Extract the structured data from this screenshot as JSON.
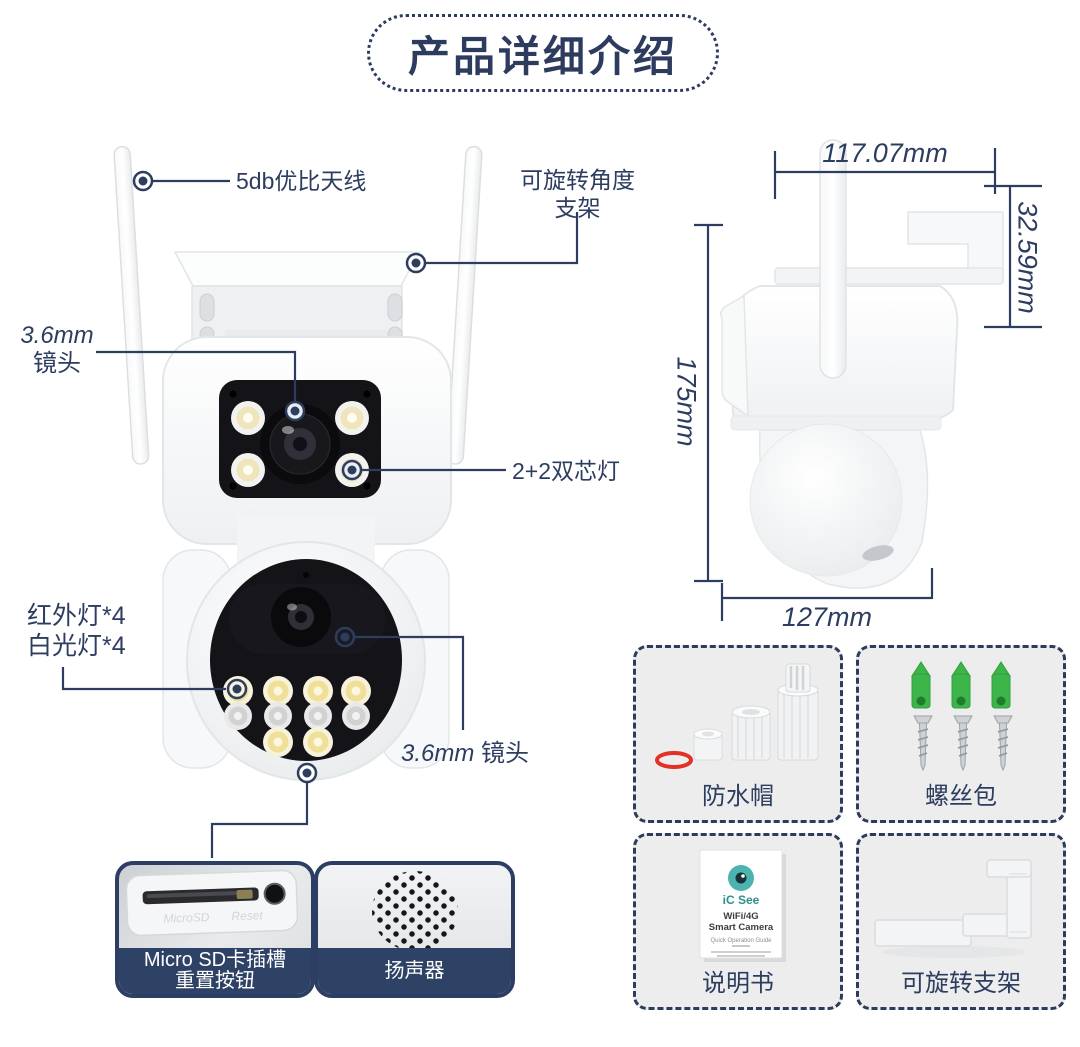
{
  "title": "产品详细介绍",
  "colors": {
    "navy": "#2d3d60",
    "band_navy": "#2e4266",
    "teal": "#4db3ae",
    "anchor_green": "#3db54a",
    "oring_red": "#e23127"
  },
  "front_callouts": {
    "antenna": "5db优比天线",
    "bracket_line1": "可旋转角度",
    "bracket_line2": "支架",
    "top_lens_mm": "3.6mm",
    "top_lens_label": "镜头",
    "dual_led": "2+2双芯灯",
    "ir_led_line1": "红外灯*4",
    "ir_led_line2": "白光灯*4",
    "bottom_lens_mm": "3.6mm",
    "bottom_lens_label": "镜头"
  },
  "dimensions": {
    "top_width": "117.07mm",
    "bracket_height": "32.59mm",
    "body_height": "175mm",
    "base_depth": "127mm"
  },
  "insets": {
    "sd": {
      "caption_line1": "Micro SD卡插槽",
      "caption_line2": "重置按钮",
      "embossed_slot": "MicroSD",
      "embossed_reset": "Reset"
    },
    "speaker": {
      "caption": "扬声器"
    }
  },
  "accessories": {
    "waterproof_cap": "防水帽",
    "screw_pack": "螺丝包",
    "manual": "说明书",
    "bracket": "可旋转支架",
    "manual_cover": {
      "brand": "iC See",
      "line1": "WiFi/4G",
      "line2": "Smart Camera",
      "line3": "Quick Operation Guide"
    }
  }
}
